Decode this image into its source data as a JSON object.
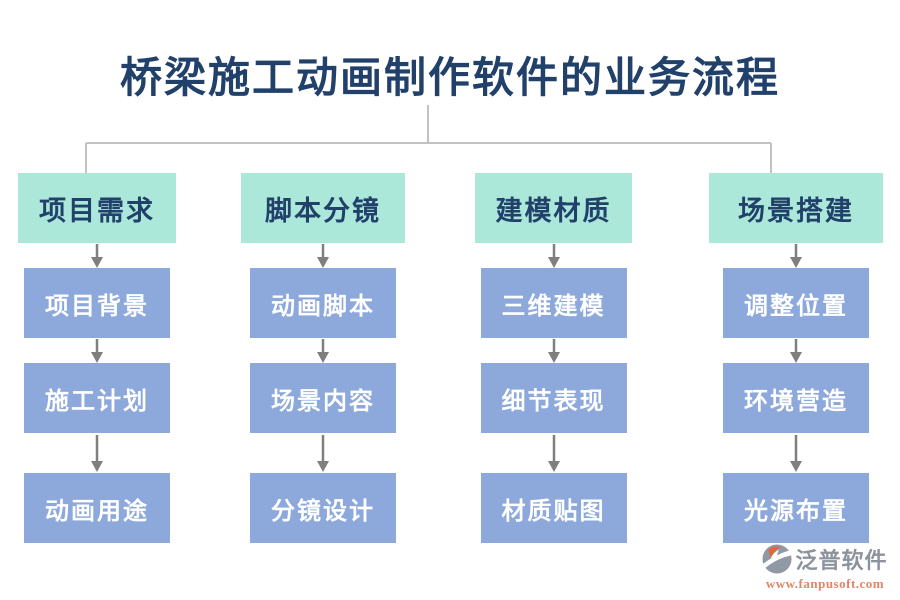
{
  "title": "桥梁施工动画制作软件的业务流程",
  "columns": [
    {
      "header": "项目需求",
      "items": [
        "项目背景",
        "施工计划",
        "动画用途"
      ]
    },
    {
      "header": "脚本分镜",
      "items": [
        "动画脚本",
        "场景内容",
        "分镜设计"
      ]
    },
    {
      "header": "建模材质",
      "items": [
        "三维建模",
        "细节表现",
        "材质贴图"
      ]
    },
    {
      "header": "场景搭建",
      "items": [
        "调整位置",
        "环境营造",
        "光源布置"
      ]
    }
  ],
  "footer": {
    "brand": "泛普软件",
    "url": "www.fanpusoft.com"
  },
  "icons": {
    "arrow": "down-arrow",
    "logo": "fanpu-circle-logo"
  },
  "colors": {
    "title_text": "#21416b",
    "header_box": "#ace8d9",
    "header_text": "#21416b",
    "step_box": "#8da9dc",
    "step_text": "#ffffff",
    "connector_line": "#c2c2c2",
    "arrow": "#7f7f7f",
    "brand_text": "#8d939c",
    "brand_url": "#e08663",
    "logo_orange": "#e2673e",
    "logo_gray": "#9199a4"
  }
}
